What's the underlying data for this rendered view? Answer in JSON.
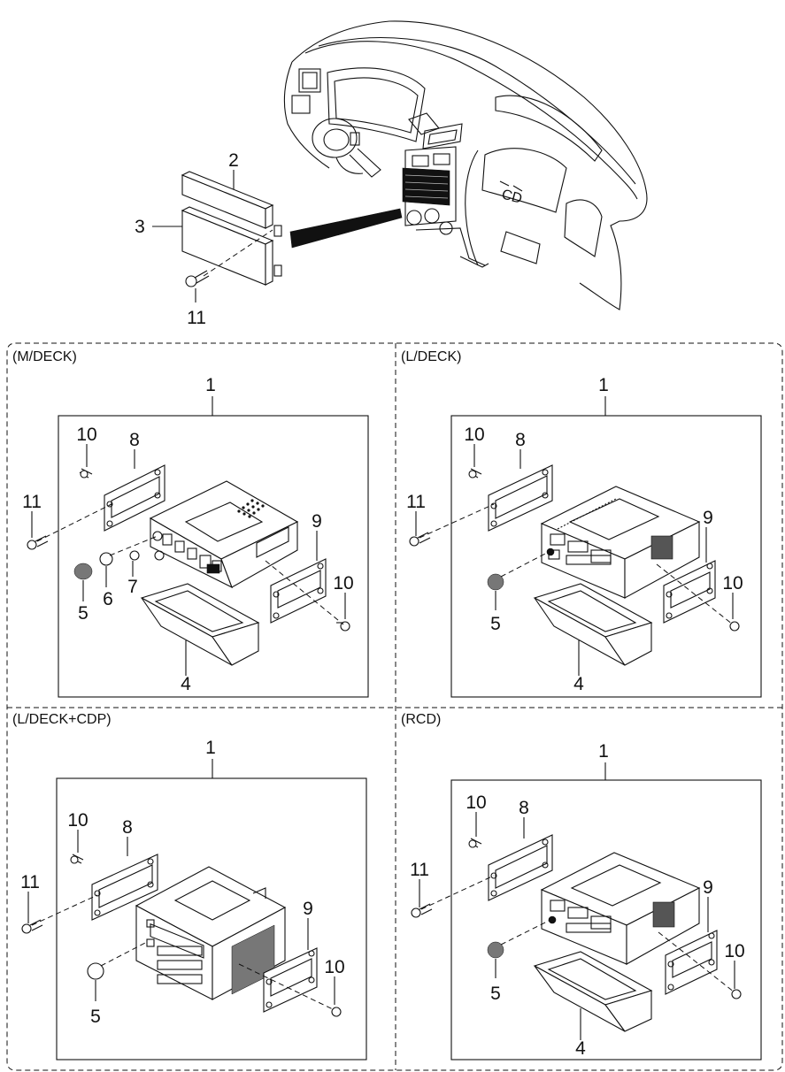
{
  "top_callouts": {
    "c2": "2",
    "c3": "3",
    "c11": "11"
  },
  "panels": [
    {
      "title": "(M/DECK)",
      "c1": "1",
      "c4": "4",
      "c5": "5",
      "c6": "6",
      "c7": "7",
      "c8": "8",
      "c9": "9",
      "c10a": "10",
      "c10b": "10",
      "c11": "11"
    },
    {
      "title": "(L/DECK)",
      "c1": "1",
      "c4": "4",
      "c5": "5",
      "c8": "8",
      "c9": "9",
      "c10a": "10",
      "c10b": "10",
      "c11": "11"
    },
    {
      "title": "(L/DECK+CDP)",
      "c1": "1",
      "c5": "5",
      "c8": "8",
      "c9": "9",
      "c10a": "10",
      "c10b": "10",
      "c11": "11"
    },
    {
      "title": "(RCD)",
      "c1": "1",
      "c4": "4",
      "c5": "5",
      "c8": "8",
      "c9": "9",
      "c10a": "10",
      "c10b": "10",
      "c11": "11"
    }
  ]
}
